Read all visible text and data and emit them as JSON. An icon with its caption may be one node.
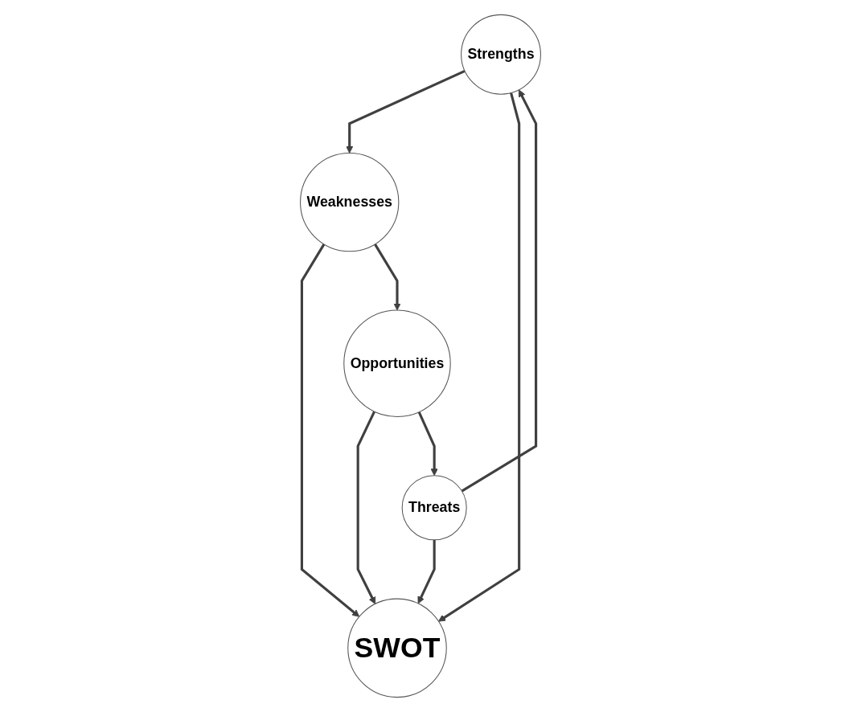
{
  "diagram": {
    "nodes": [
      {
        "text": [
          "Strengths"
        ]
      },
      {
        "text": [
          "Threats"
        ]
      },
      {
        "text": [
          "SWOT"
        ]
      },
      {
        "text": [
          "Weaknesses"
        ]
      },
      {
        "text": [
          "Opportunities"
        ]
      }
    ],
    "edges": [
      {
        "from": 1,
        "to": 0,
        "arrow": "to"
      },
      {
        "from": 0,
        "to": 3,
        "arrow": "to"
      },
      {
        "from": 0,
        "to": 2,
        "arrow": "to"
      },
      {
        "from": 1,
        "to": 2,
        "arrow": "to"
      },
      {
        "from": 3,
        "to": 2,
        "arrow": "to"
      },
      {
        "from": 3,
        "to": 4,
        "arrow": "to"
      },
      {
        "from": 4,
        "to": 2,
        "arrow": "to"
      },
      {
        "from": 4,
        "to": 1,
        "arrow": "to"
      }
    ]
  }
}
